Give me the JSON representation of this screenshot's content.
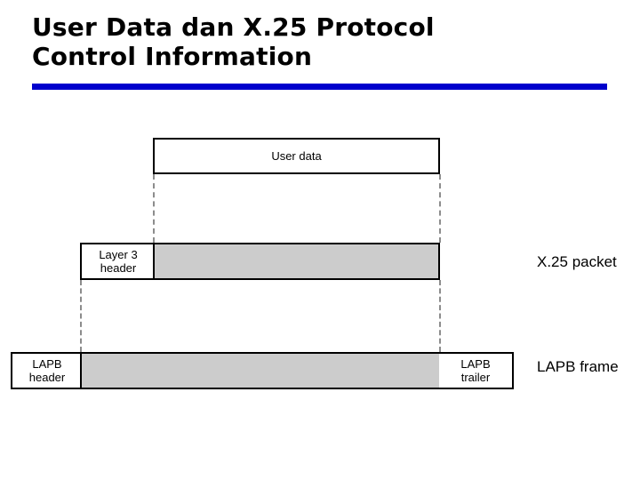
{
  "slide": {
    "title": "User Data dan X.25 Protocol\nControl Information",
    "rule_color": "#0000cc",
    "background_color": "#ffffff"
  },
  "diagram": {
    "fill_gray": "#cccccc",
    "fill_white": "#ffffff",
    "border_color": "#000000",
    "dash_color": "#8c8c8c",
    "rows": [
      {
        "name": "user-data-row",
        "segments": [
          {
            "name": "user-data",
            "label": "User data",
            "fill": "white"
          }
        ]
      },
      {
        "name": "x25-packet-row",
        "annotation": "X.25 packet",
        "segments": [
          {
            "name": "layer3-header",
            "label": "Layer 3\nheader",
            "fill": "white"
          },
          {
            "name": "x25-payload",
            "label": "",
            "fill": "gray"
          }
        ]
      },
      {
        "name": "lapb-frame-row",
        "annotation": "LAPB frame",
        "segments": [
          {
            "name": "lapb-header",
            "label": "LAPB\nheader",
            "fill": "white"
          },
          {
            "name": "lapb-payload",
            "label": "",
            "fill": "gray"
          },
          {
            "name": "lapb-trailer",
            "label": "LAPB\ntrailer",
            "fill": "white"
          }
        ]
      }
    ],
    "annotations": [
      {
        "name": "x25-packet-label",
        "text": "X.25 packet"
      },
      {
        "name": "lapb-frame-label",
        "text": "LAPB frame"
      }
    ]
  }
}
